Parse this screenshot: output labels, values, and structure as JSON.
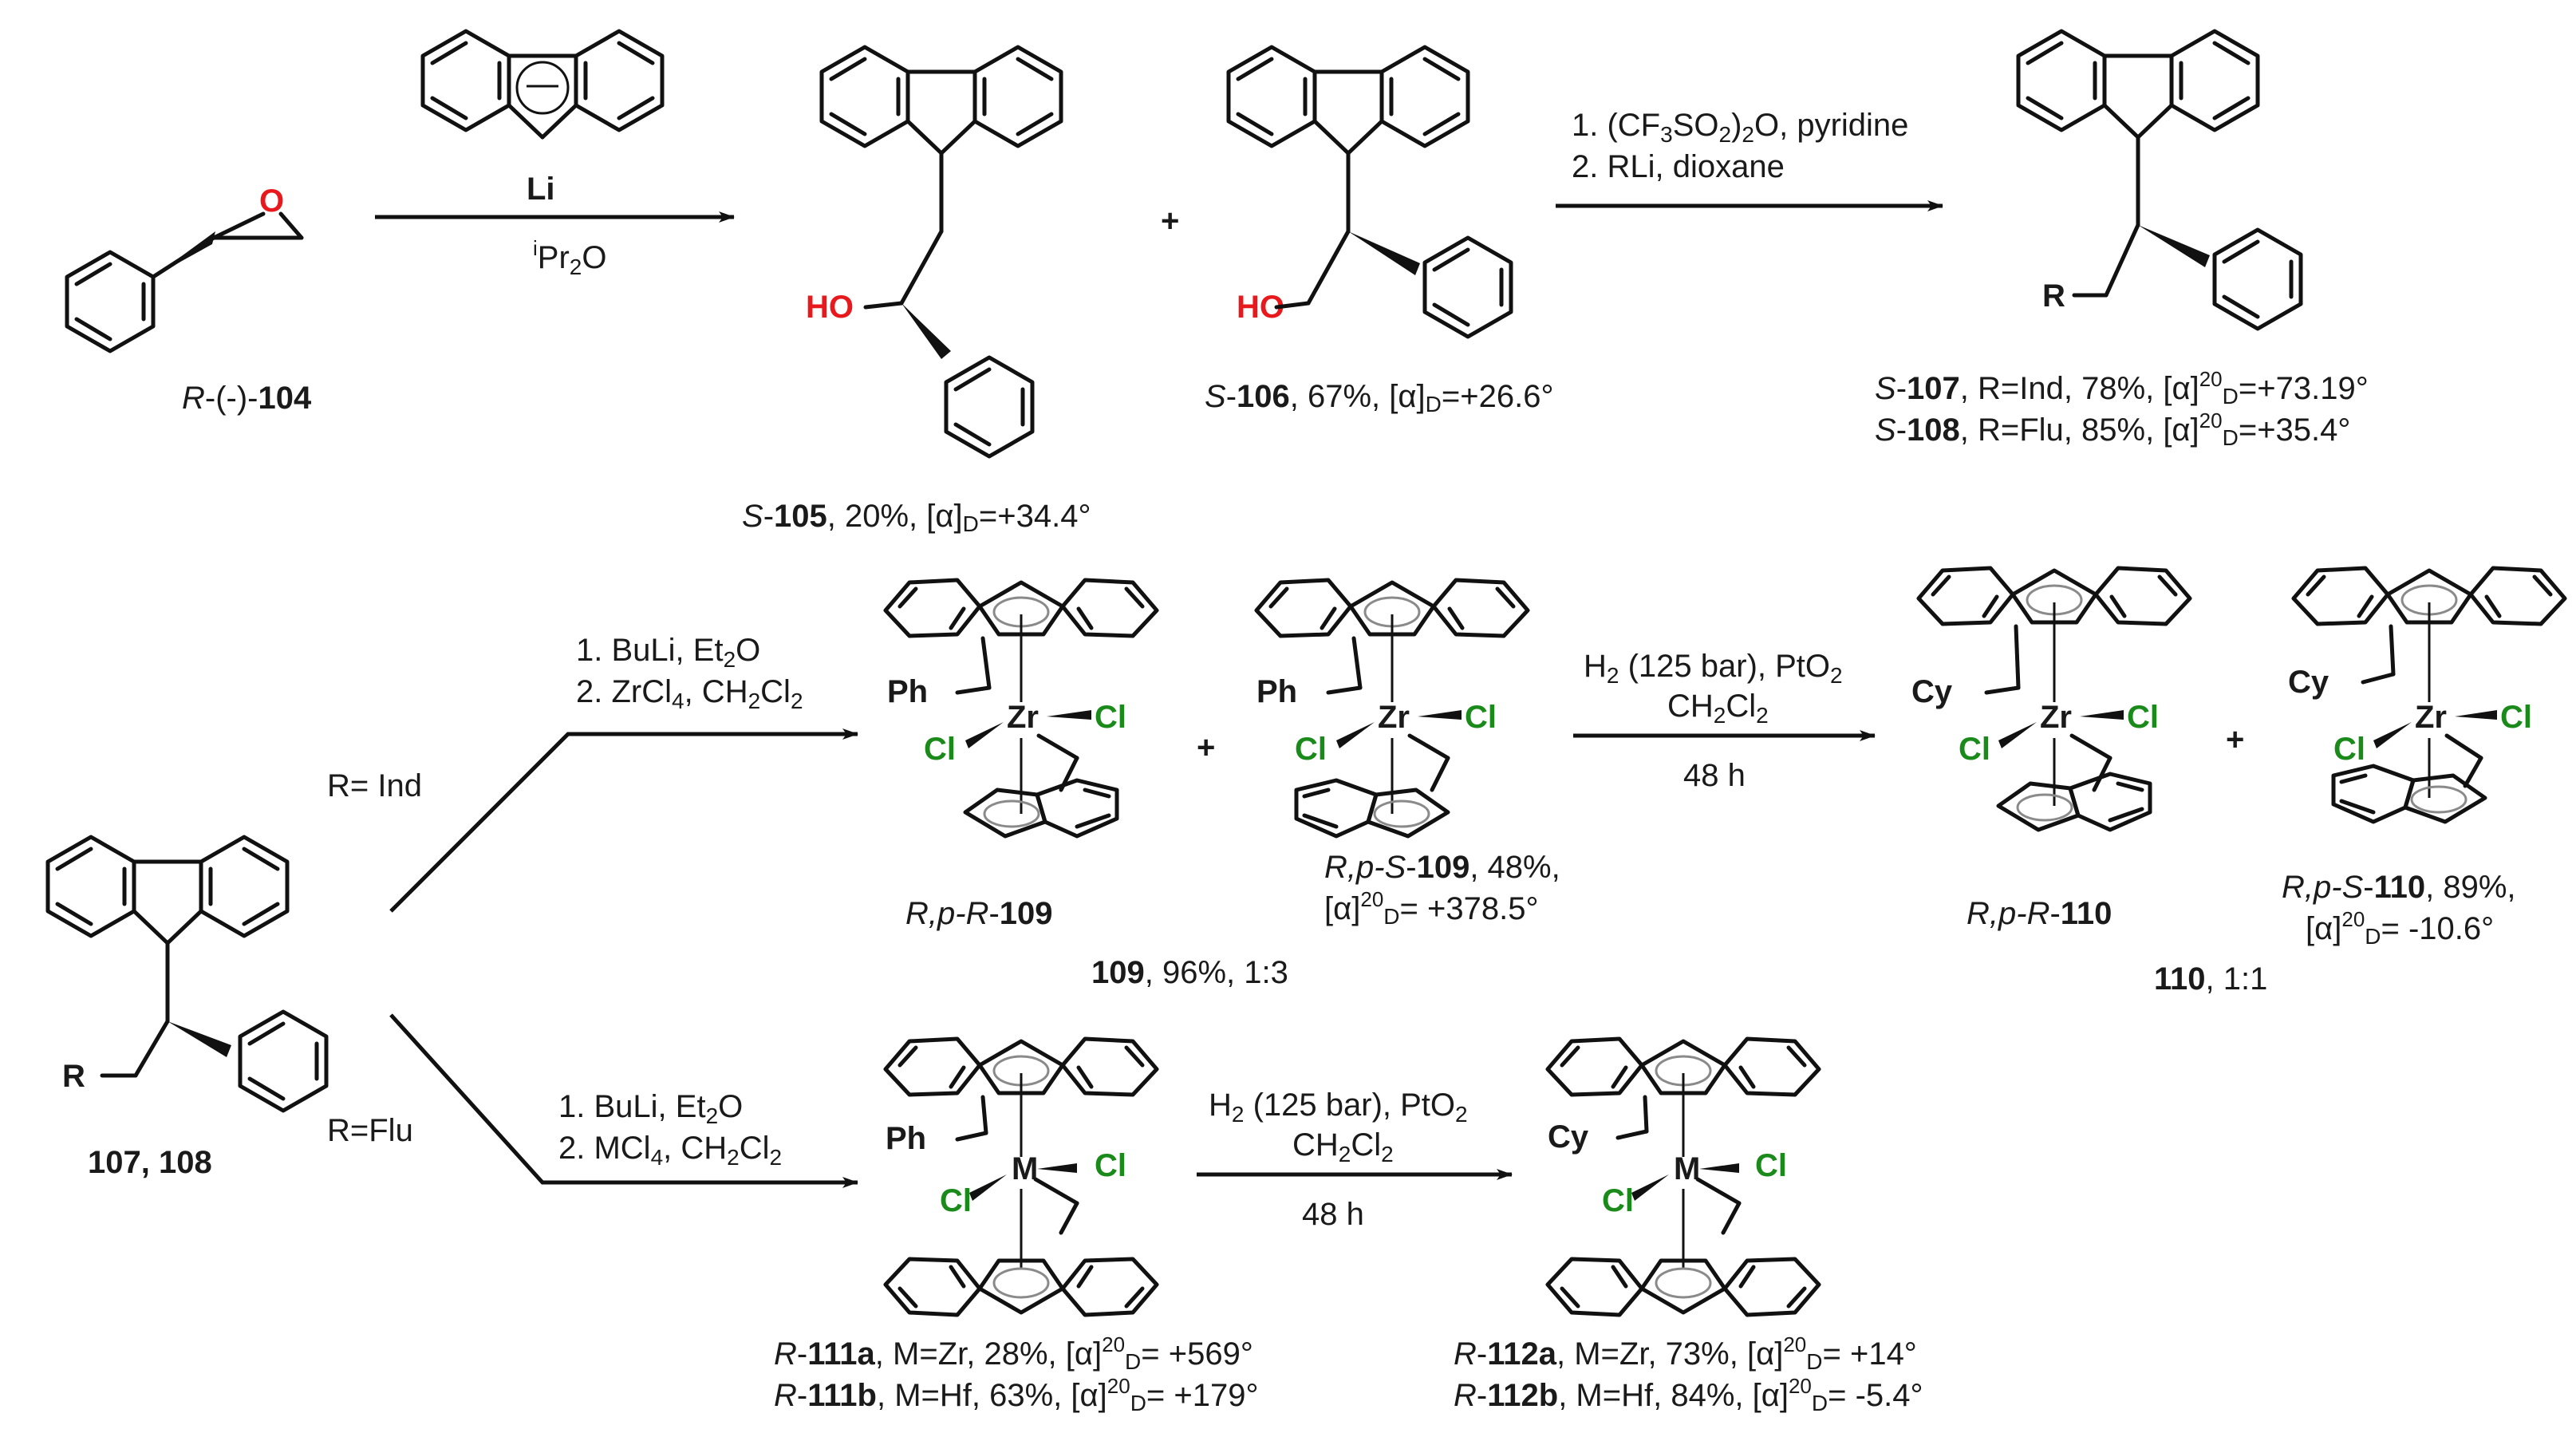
{
  "reaction1": {
    "reagent_top": "Li",
    "reagent_bottom_sup": "i",
    "reagent_bottom": "Pr",
    "reagent_bottom_sub": "2",
    "reagent_bottom_end": "O"
  },
  "compound104": {
    "prefix": "R",
    "mid": "-(-)-",
    "num": "104",
    "atom_O": "O"
  },
  "compound105": {
    "prefix": "S",
    "dash": "-",
    "num": "105",
    "rest": ", 20%, [α]",
    "sub": "D",
    "val": "=+34.4°",
    "atom_HO": "HO"
  },
  "plus1": "+",
  "compound106": {
    "prefix": "S",
    "dash": "-",
    "num": "106",
    "rest": ", 67%, [α]",
    "sub": "D",
    "val": "=+26.6°",
    "atom_HO": "HO"
  },
  "reaction2": {
    "line1_a": "1. (CF",
    "line1_sub1": "3",
    "line1_b": "SO",
    "line1_sub2": "2",
    "line1_c": ")",
    "line1_sub3": "2",
    "line1_d": "O, pyridine",
    "line2": "2. RLi, dioxane"
  },
  "compound107": {
    "prefix": "S",
    "dash": "-",
    "num": "107",
    "rest": ", R=Ind, 78%, [α]",
    "sup": "20",
    "sub": "D",
    "val": "=+73.19°"
  },
  "compound108": {
    "prefix": "S",
    "dash": "-",
    "num": "108",
    "rest": ", R=Flu, 85%, [α]",
    "sup": "20",
    "sub": "D",
    "val": "=+35.4°"
  },
  "start_label": {
    "a": "107, 108",
    "R": "R"
  },
  "branch_ind": "R= Ind",
  "branch_flu": "R=Flu",
  "reaction3": {
    "line1_a": "1. BuLi, Et",
    "line1_sub": "2",
    "line1_b": "O",
    "line2_a": "2. ZrCl",
    "line2_sub1": "4",
    "line2_b": ", CH",
    "line2_sub2": "2",
    "line2_c": "Cl",
    "line2_sub3": "2"
  },
  "reaction4": {
    "line1_a": "1. BuLi, Et",
    "line1_sub": "2",
    "line1_b": "O",
    "line2_a": "2. MCl",
    "line2_sub1": "4",
    "line2_b": ", CH",
    "line2_sub2": "2",
    "line2_c": "Cl",
    "line2_sub3": "2"
  },
  "reaction5": {
    "line1_a": "H",
    "line1_sub1": "2",
    "line1_b": " (125 bar), PtO",
    "line1_sub2": "2",
    "line2_a": "CH",
    "line2_sub1": "2",
    "line2_b": "Cl",
    "line2_sub2": "2",
    "line3": "48 h"
  },
  "reaction6": {
    "line1_a": "H",
    "line1_sub1": "2",
    "line1_b": " (125 bar), PtO",
    "line1_sub2": "2",
    "line2_a": "CH",
    "line2_sub1": "2",
    "line2_b": "Cl",
    "line2_sub2": "2",
    "line3": "48 h"
  },
  "atoms": {
    "Ph": "Ph",
    "Cy": "Cy",
    "Zr": "Zr",
    "Cl": "Cl",
    "M": "M"
  },
  "compound109R": {
    "prefix": "R,p-R",
    "dash": "-",
    "num": "109"
  },
  "compound109S": {
    "prefix": "R,p-S",
    "dash": "-",
    "num": "109",
    "rest": ", 48%,",
    "l2_a": "[α]",
    "l2_sup": "20",
    "l2_sub": "D",
    "l2_val": "= +378.5°"
  },
  "mix109": {
    "num": "109",
    "rest": ", 96%, 1:3"
  },
  "plus2": "+",
  "compound110R": {
    "prefix": "R,p-R",
    "dash": "-",
    "num": "110"
  },
  "compound110S": {
    "prefix": "R,p-S",
    "dash": "-",
    "num": "110",
    "rest": ", 89%,",
    "l2_a": "[α]",
    "l2_sup": "20",
    "l2_sub": "D",
    "l2_val": "= -10.6°"
  },
  "mix110": {
    "num": "110",
    "rest": ", 1:1"
  },
  "plus3": "+",
  "compound111a": {
    "prefix": "R",
    "dash": "-",
    "num": "111a",
    "rest": ", M=Zr, 28%, [α]",
    "sup": "20",
    "sub": "D",
    "val": "= +569°"
  },
  "compound111b": {
    "prefix": "R",
    "dash": "-",
    "num": "111b",
    "rest": ", M=Hf, 63%, [α]",
    "sup": "20",
    "sub": "D",
    "val": "= +179°"
  },
  "compound112a": {
    "prefix": "R",
    "dash": "-",
    "num": "112a",
    "rest": ", M=Zr, 73%, [α]",
    "sup": "20",
    "sub": "D",
    "val": "= +14°"
  },
  "compound112b": {
    "prefix": "R",
    "dash": "-",
    "num": "112b",
    "rest": ", M=Hf, 84%, [α]",
    "sup": "20",
    "sub": "D",
    "val": "= -5.4°"
  }
}
